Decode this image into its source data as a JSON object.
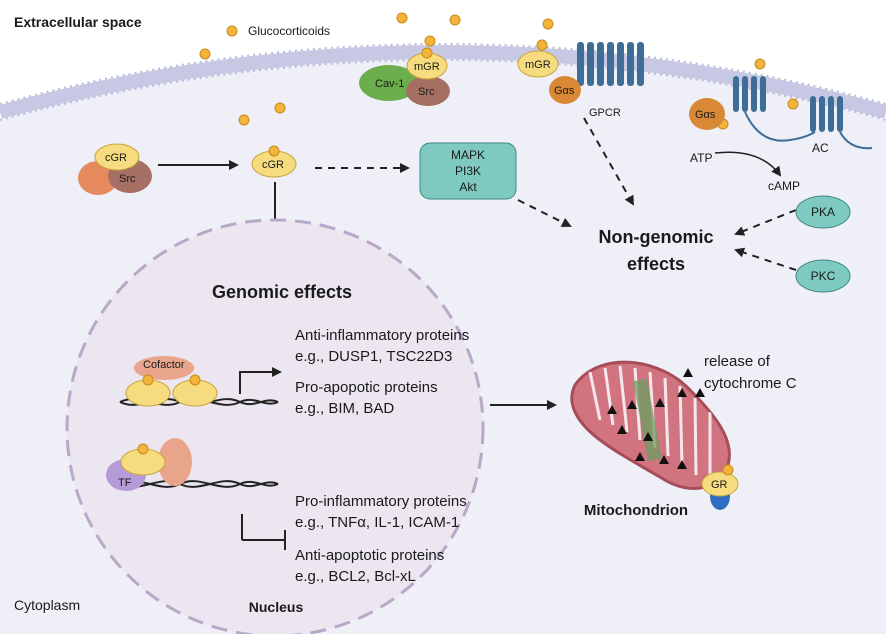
{
  "labels": {
    "extracellular": "Extracellular space",
    "cytoplasm": "Cytoplasm",
    "glucocorticoids": "Glucocorticoids",
    "nucleus": "Nucleus",
    "genomic": "Genomic effects",
    "nongenomic_line1": "Non-genomic",
    "nongenomic_line2": "effects",
    "mitochondrion": "Mitochondrion",
    "release_line1": "release of",
    "release_line2": "cytochrome C",
    "gpcr": "GPCR",
    "ac": "AC",
    "atp": "ATP",
    "camp": "cAMP"
  },
  "proteins": {
    "cgr": "cGR",
    "src": "Src",
    "mgr": "mGR",
    "cav1": "Cav-1",
    "gas": "Gαs",
    "mapk": "MAPK",
    "pi3k": "PI3K",
    "akt": "Akt",
    "pka": "PKA",
    "pkc": "PKC",
    "cofactor": "Cofactor",
    "tf": "TF",
    "gr": "GR"
  },
  "effects": {
    "anti_inflammatory_title": "Anti-inflammatory proteins",
    "anti_inflammatory_examples": "e.g., DUSP1, TSC22D3",
    "pro_apoptotic_title": "Pro-apopotic proteins",
    "pro_apoptotic_examples": "e.g., BIM, BAD",
    "pro_inflammatory_title": "Pro-inflammatory proteins",
    "pro_inflammatory_examples": "e.g., TNFα, IL-1, ICAM-1",
    "anti_apoptotic_title": "Anti-apoptotic proteins",
    "anti_apoptotic_examples": "e.g., BCL2, Bcl-xL"
  },
  "colors": {
    "cytoplasm": "#efeff8",
    "membrane": "#c7c8e3",
    "nucleus": "#ece6f1",
    "nucleus_border": "#b7a9c7",
    "receptor": "#f6dc7f",
    "src": "#a66f63",
    "cav1": "#6cad4e",
    "gas": "#d98836",
    "kinase": "#7fcac0",
    "gpcr": "#3e6d98",
    "ligand": "#f2b43b",
    "mitochondrion": "#d27380",
    "arrow": "#222222"
  }
}
